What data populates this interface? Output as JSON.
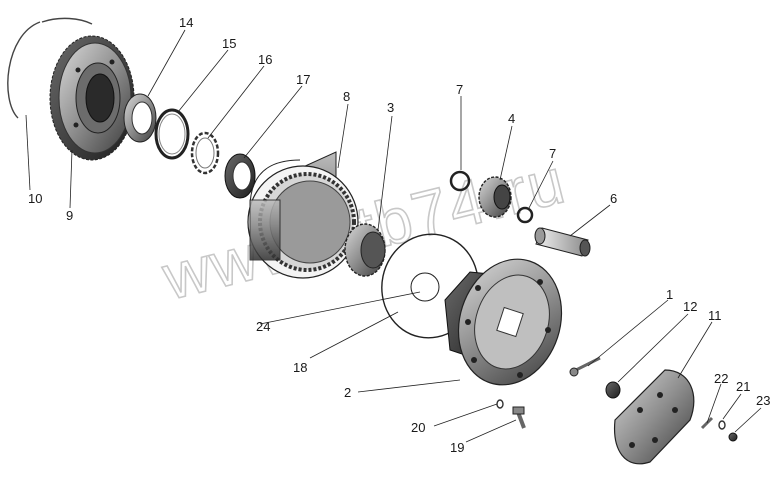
{
  "diagram": {
    "watermark": "www.atb74.ru",
    "callouts": [
      {
        "id": "1",
        "label": "1"
      },
      {
        "id": "2",
        "label": "2"
      },
      {
        "id": "3",
        "label": "3"
      },
      {
        "id": "4",
        "label": "4"
      },
      {
        "id": "6",
        "label": "6"
      },
      {
        "id": "7a",
        "label": "7"
      },
      {
        "id": "7b",
        "label": "7"
      },
      {
        "id": "8",
        "label": "8"
      },
      {
        "id": "9",
        "label": "9"
      },
      {
        "id": "10",
        "label": "10"
      },
      {
        "id": "11",
        "label": "11"
      },
      {
        "id": "12",
        "label": "12"
      },
      {
        "id": "14",
        "label": "14"
      },
      {
        "id": "15",
        "label": "15"
      },
      {
        "id": "16",
        "label": "16"
      },
      {
        "id": "17",
        "label": "17"
      },
      {
        "id": "18",
        "label": "18"
      },
      {
        "id": "19",
        "label": "19"
      },
      {
        "id": "20",
        "label": "20"
      },
      {
        "id": "21",
        "label": "21"
      },
      {
        "id": "22",
        "label": "22"
      },
      {
        "id": "23",
        "label": "23"
      },
      {
        "id": "24",
        "label": "24"
      }
    ]
  }
}
